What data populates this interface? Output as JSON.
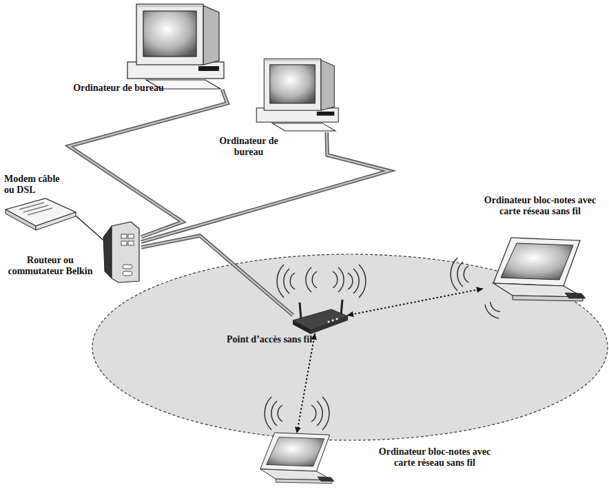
{
  "diagram": {
    "nodes": [
      {
        "text": [
          "Ordinateur de bureau"
        ]
      },
      {
        "text": [
          "Ordinateur de bureau"
        ]
      },
      {
        "text": [
          "Modem câble ou DSL"
        ]
      },
      {
        "text": [
          "Ordinateur bloc-notes avec carte réseau sans fil"
        ]
      },
      {
        "text": [
          "Routeur ou commutateur Belkin"
        ]
      },
      {
        "text": [
          "Point d’accès sans fil"
        ]
      },
      {
        "text": [
          "Ordinateur bloc-notes avec carte réseau sans fil"
        ]
      }
    ],
    "edges": [
      {
        "from": 0,
        "to": 4,
        "arrow": "none"
      },
      {
        "from": 1,
        "to": 4,
        "arrow": "none"
      },
      {
        "from": 2,
        "to": 4,
        "arrow": "none"
      },
      {
        "from": 4,
        "to": 5,
        "arrow": "none"
      },
      {
        "from": 5,
        "to": 3,
        "arrow": "both"
      },
      {
        "from": 5,
        "to": 6,
        "arrow": "both"
      }
    ]
  }
}
